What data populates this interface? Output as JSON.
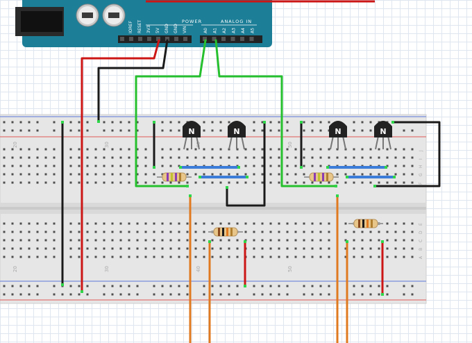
{
  "arduino": {
    "power_header": "POWER",
    "analog_header": "ANALOG IN",
    "power_pins": [
      "IOREF",
      "RESET",
      "3V3",
      "5V",
      "GND",
      "GND",
      "VIN"
    ],
    "analog_pins": [
      "A0",
      "A1",
      "A2",
      "A3",
      "A4",
      "A5"
    ]
  },
  "breadboard": {
    "top_column_numbers": [
      "20",
      "30",
      "40",
      "50"
    ],
    "bottom_column_numbers": [
      "20",
      "30",
      "40",
      "50"
    ],
    "row_letters_top": [
      "J",
      "I",
      "H",
      "G",
      "F"
    ],
    "row_letters_bottom": [
      "E",
      "D",
      "C",
      "B",
      "A"
    ]
  },
  "transistors": [
    {
      "label": "N"
    },
    {
      "label": "N"
    },
    {
      "label": "N"
    },
    {
      "label": "N"
    }
  ],
  "colors": {
    "board_teal": "#1d7e97",
    "breadboard": "#e6e6e6",
    "wire_red": "#cc1515",
    "wire_black": "#1a1a1a",
    "wire_green": "#26c02f",
    "wire_orange": "#e07a20",
    "wire_blue": "#3b7dd8",
    "rail_red": "#e05555",
    "rail_blue": "#5a78d8"
  }
}
